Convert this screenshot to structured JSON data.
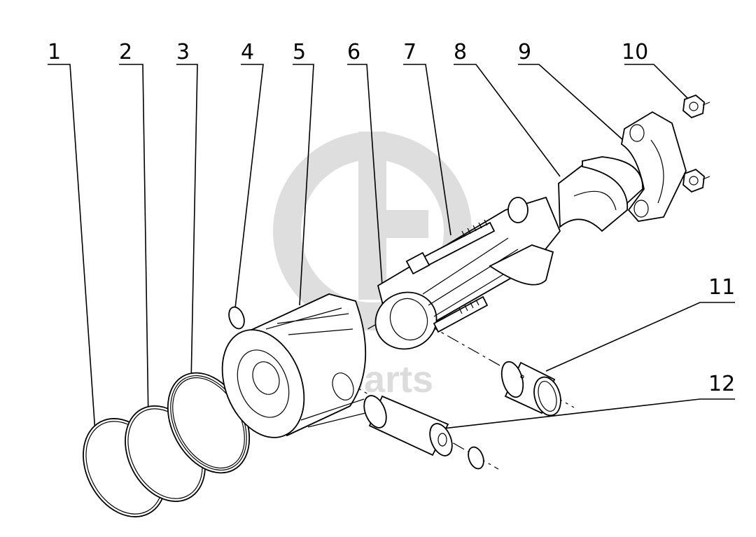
{
  "callouts": [
    "1",
    "2",
    "3",
    "4",
    "5",
    "6",
    "7",
    "8",
    "9",
    "10",
    "11",
    "12"
  ],
  "watermark": {
    "text": "daf-parts",
    "color": "#d6d6d6"
  }
}
